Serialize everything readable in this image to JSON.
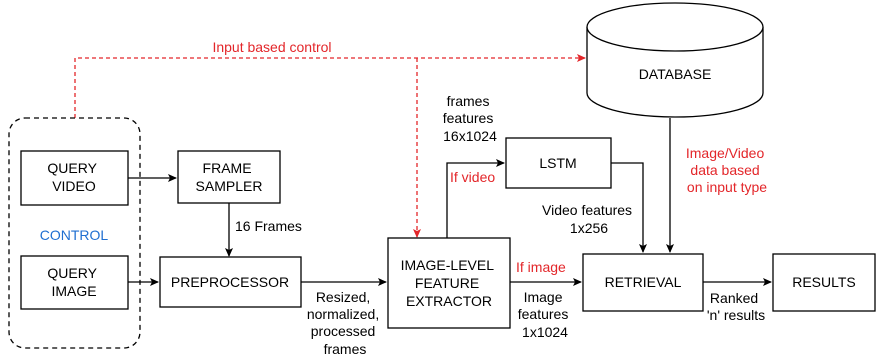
{
  "colors": {
    "control_edge": "#e3262a",
    "control_label": "#1f6fd1",
    "highlight_text": "#e3262a",
    "stroke": "#000000"
  },
  "nodes": {
    "query_video": [
      "QUERY",
      "VIDEO"
    ],
    "query_image": [
      "QUERY",
      "IMAGE"
    ],
    "control": "CONTROL",
    "frame_sampler": [
      "FRAME",
      "SAMPLER"
    ],
    "preprocessor": "PREPROCESSOR",
    "feature_extractor": [
      "IMAGE-LEVEL",
      "FEATURE",
      "EXTRACTOR"
    ],
    "lstm": "LSTM",
    "database": "DATABASE",
    "retrieval": "RETRIEVAL",
    "results": "RESULTS"
  },
  "edge_labels": {
    "input_based_control": "Input based control",
    "sixteen_frames": "16 Frames",
    "preprocessed": [
      "Resized,",
      "normalized,",
      "processed",
      "frames"
    ],
    "frames_features": [
      "frames",
      "features",
      "16x1024"
    ],
    "if_video": "If video",
    "video_features": [
      "Video features",
      "1x256"
    ],
    "if_image": "If image",
    "image_features": [
      "Image",
      "features",
      "1x1024"
    ],
    "db_data": [
      "Image/Video",
      "data based",
      "on input type"
    ],
    "ranked": [
      "Ranked",
      "'n' results"
    ]
  }
}
